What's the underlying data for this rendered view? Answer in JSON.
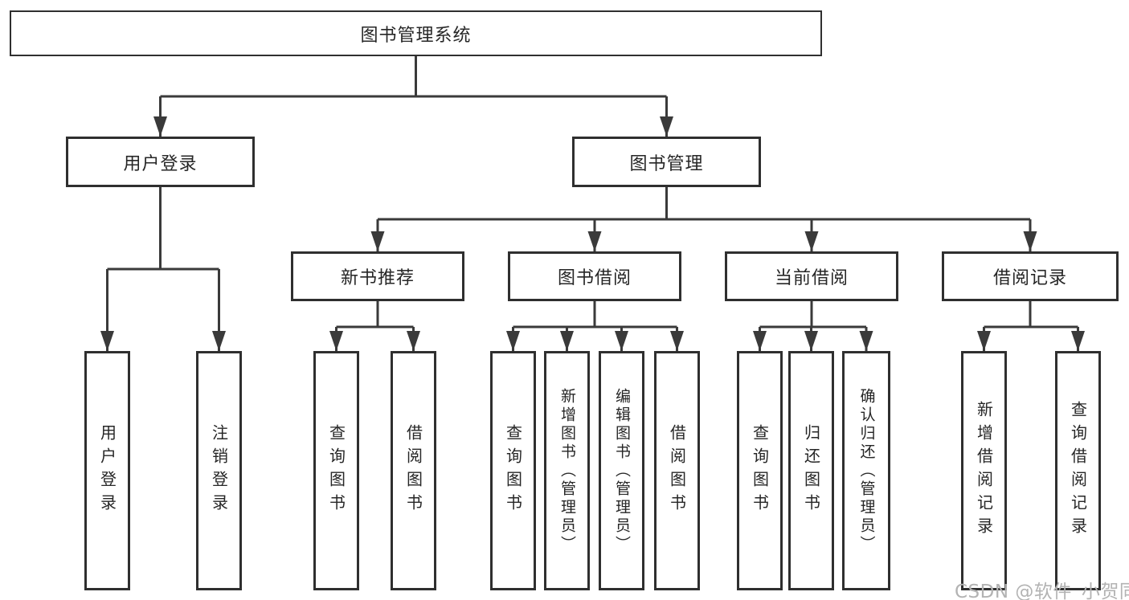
{
  "diagram": {
    "root": {
      "label": "图书管理系统"
    },
    "level2": {
      "user_login": {
        "label": "用户登录"
      },
      "book_mgmt": {
        "label": "图书管理"
      }
    },
    "level3": {
      "new_book_rec": {
        "label": "新书推荐"
      },
      "book_borrow": {
        "label": "图书借阅"
      },
      "current_borrow": {
        "label": "当前借阅"
      },
      "borrow_record": {
        "label": "借阅记录"
      }
    },
    "leaves": {
      "user_login": {
        "label": "用户登录"
      },
      "logout": {
        "label": "注销登录"
      },
      "nbr_query": {
        "label": "查询图书"
      },
      "nbr_borrow": {
        "label": "借阅图书"
      },
      "bb_query": {
        "label": "查询图书"
      },
      "bb_add": {
        "label": "新增图书（管理员）"
      },
      "bb_edit": {
        "label": "编辑图书（管理员）"
      },
      "bb_borrow": {
        "label": "借阅图书"
      },
      "cb_query": {
        "label": "查询图书"
      },
      "cb_return": {
        "label": "归还图书"
      },
      "cb_confirm": {
        "label": "确认归还（管理员）"
      },
      "br_add": {
        "label": "新增借阅记录"
      },
      "br_query": {
        "label": "查询借阅记录"
      }
    },
    "hierarchy": {
      "图书管理系统": {
        "用户登录": [
          "用户登录",
          "注销登录"
        ],
        "图书管理": {
          "新书推荐": [
            "查询图书",
            "借阅图书"
          ],
          "图书借阅": [
            "查询图书",
            "新增图书（管理员）",
            "编辑图书（管理员）",
            "借阅图书"
          ],
          "当前借阅": [
            "查询图书",
            "归还图书",
            "确认归还（管理员）"
          ],
          "借阅记录": [
            "新增借阅记录",
            "查询借阅记录"
          ]
        }
      }
    }
  },
  "watermark": {
    "text": "CSDN @软件_小贺同学"
  },
  "colors": {
    "background": "#ffffff",
    "box_border": "#2f2f2f",
    "connector_line": "#3a3a3a",
    "text": "#262626",
    "watermark_text": "#b3b3b3"
  }
}
